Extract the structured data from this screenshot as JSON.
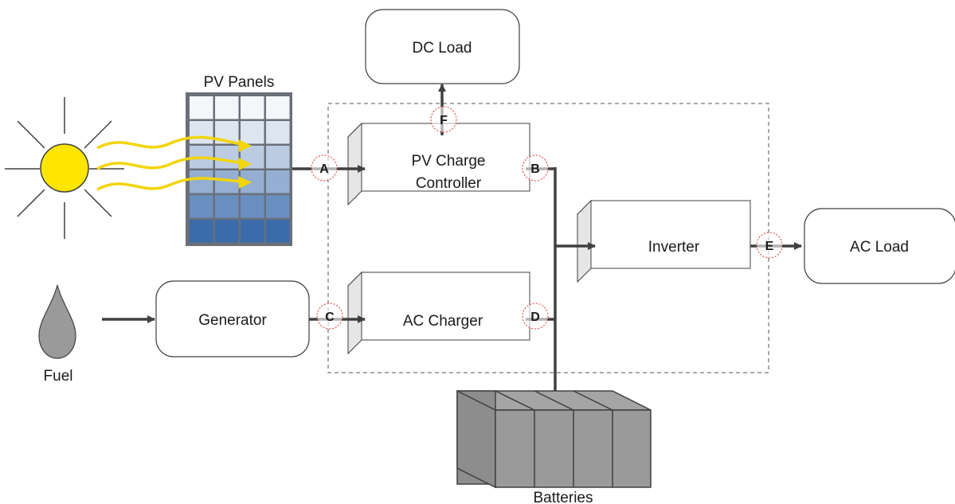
{
  "labels": {
    "dc_load": "DC Load",
    "pv_panels": "PV Panels",
    "pv_charge_line1": "PV Charge",
    "pv_charge_line2": "Controller",
    "inverter": "Inverter",
    "ac_load": "AC Load",
    "generator": "Generator",
    "ac_charger": "AC Charger",
    "fuel": "Fuel",
    "batteries": "Batteries"
  },
  "markers": {
    "a": "A",
    "b": "B",
    "c": "C",
    "d": "D",
    "e": "E",
    "f": "F"
  },
  "icons": [
    "sun-icon",
    "pv-panel-icon",
    "fuel-drop-icon",
    "battery-bank-icon"
  ],
  "colors": {
    "line": "#404040",
    "sun": "#ffe600",
    "rays": "#f2d50a",
    "marker_ring": "#e03030",
    "box_side": "#e6e6e6",
    "battery": "#9a9a9a"
  }
}
